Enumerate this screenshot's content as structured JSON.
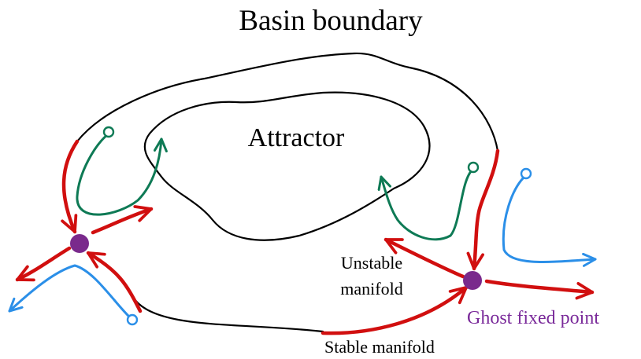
{
  "labels": {
    "title": "Basin boundary",
    "attractor": "Attractor",
    "unstable_line1": "Unstable",
    "unstable_line2": "manifold",
    "ghost": "Ghost fixed point",
    "stable": "Stable manifold"
  },
  "colors": {
    "boundary": "#000000",
    "manifold": "#d10f0f",
    "trajectory_green": "#0e7a55",
    "trajectory_blue": "#2b8fe8",
    "fixed_point": "#7a2a8c",
    "ghost_label": "#7a2a9a"
  }
}
